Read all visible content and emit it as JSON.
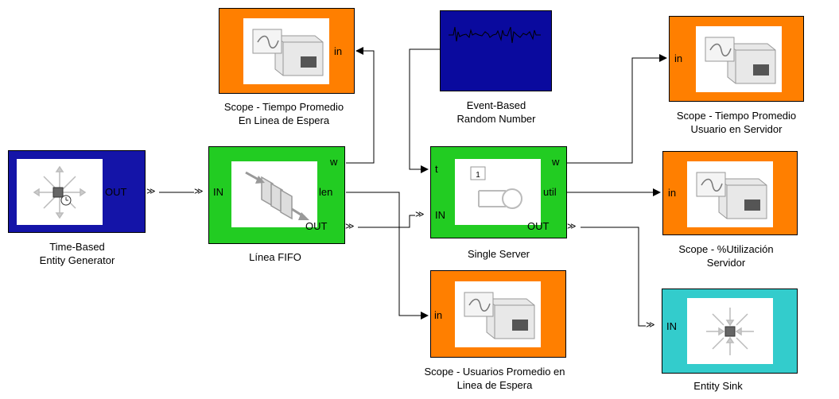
{
  "colors": {
    "blue_block": "#1414a8",
    "green_block": "#22cc22",
    "orange_block": "#ff7f00",
    "cyan_block": "#33cccc",
    "random_block": "#0a0a9e"
  },
  "blocks": {
    "generator": {
      "label_line1": "Time-Based",
      "label_line2": "Entity Generator",
      "port_out": "OUT",
      "icon": "entity-generator-icon"
    },
    "fifo": {
      "label_line1": "Línea FIFO",
      "port_in": "IN",
      "port_w": "w",
      "port_len": "len",
      "port_out": "OUT",
      "icon": "fifo-queue-icon"
    },
    "random": {
      "label_line1": "Event-Based",
      "label_line2": "Random Number",
      "icon": "random-signal-icon"
    },
    "server": {
      "label_line1": "Single Server",
      "port_t": "t",
      "port_in": "IN",
      "port_w": "w",
      "port_util": "util",
      "port_out": "OUT",
      "icon_badge": "1",
      "icon": "server-icon"
    },
    "scope_wait": {
      "label_line1": "Scope - Tiempo Promedio",
      "label_line2": "En Linea de Espera",
      "port_in": "in",
      "icon": "scope-icon"
    },
    "scope_user": {
      "label_line1": "Scope - Tiempo Promedio",
      "label_line2": "Usuario en Servidor",
      "port_in": "in",
      "icon": "scope-icon"
    },
    "scope_util": {
      "label_line1": "Scope - %Utilización",
      "label_line2": "Servidor",
      "port_in": "in",
      "icon": "scope-icon"
    },
    "scope_queue": {
      "label_line1": "Scope - Usuarios Promedio en",
      "label_line2": "Linea de Espera",
      "port_in": "in",
      "icon": "scope-icon"
    },
    "sink": {
      "label_line1": "Entity Sink",
      "port_in": "IN",
      "icon": "entity-sink-icon"
    }
  }
}
